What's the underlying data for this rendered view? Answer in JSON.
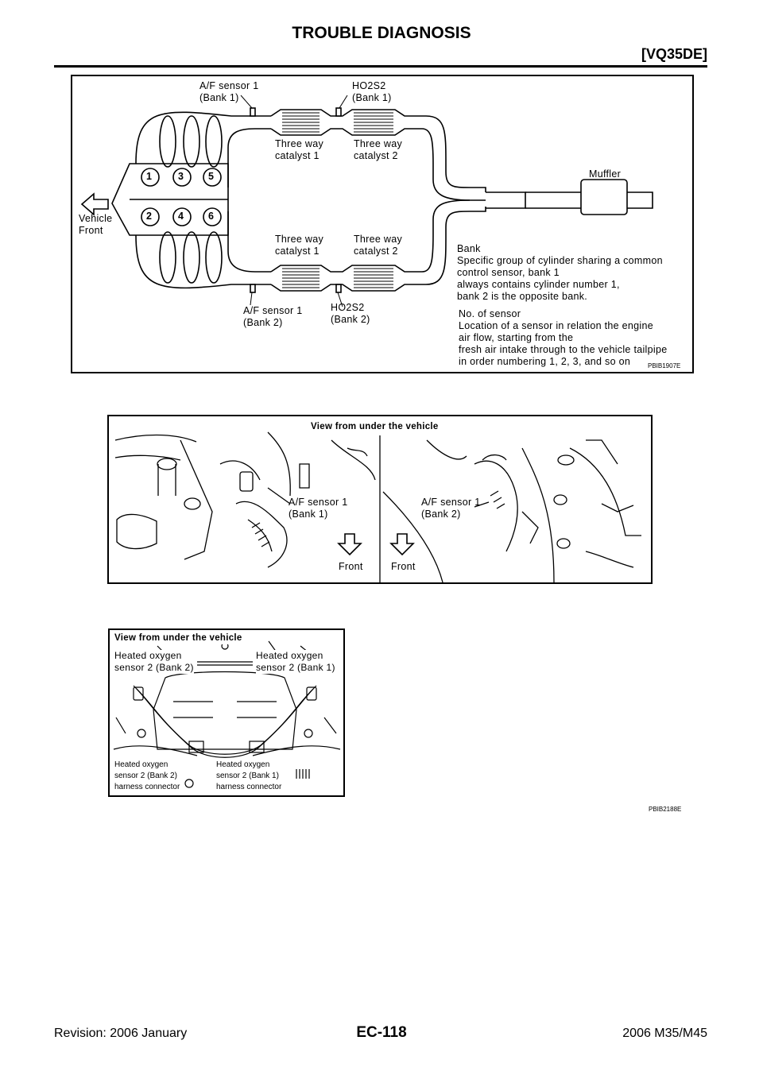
{
  "header": {
    "title": "TROUBLE DIAGNOSIS",
    "engine": "[VQ35DE]"
  },
  "figure1": {
    "labels": {
      "af_bank1": "A/F sensor 1\n(Bank 1)",
      "ho2s2_bank1": "HO2S2\n(Bank 1)",
      "twc1_top": "Three way\ncatalyst 1",
      "twc2_top": "Three way\ncatalyst 2",
      "muffler": "Muffler",
      "vehicle_front": "Vehicle\nFront",
      "twc1_bottom": "Three way\ncatalyst 1",
      "twc2_bottom": "Three way\ncatalyst 2",
      "bank_note": "Bank\nSpecific group of cylinder sharing a common\ncontrol sensor, bank 1\nalways contains cylinder number 1,\nbank 2 is the opposite bank.",
      "af_bank2": "A/F sensor 1\n(Bank 2)",
      "ho2s2_bank2": "HO2S2\n(Bank 2)",
      "sensor_note": "No. of sensor\nLocation of a sensor in relation the engine\nair flow, starting from the\nfresh air intake through to the vehicle tailpipe\nin order numbering 1, 2, 3, and so on"
    },
    "cylinders_top": [
      "1",
      "3",
      "5"
    ],
    "cylinders_bottom": [
      "2",
      "4",
      "6"
    ],
    "code": "PBIB1907E"
  },
  "figure2": {
    "title": "View from under the vehicle",
    "af_bank1": "A/F sensor 1\n(Bank 1)",
    "af_bank2": "A/F sensor 1\n(Bank 2)",
    "front_left": "Front",
    "front_right": "Front"
  },
  "figure3": {
    "title": "View from under the vehicle",
    "ho2_bank2": "Heated oxygen\nsensor 2 (Bank 2)",
    "ho2_bank1": "Heated oxygen\nsensor 2 (Bank 1)",
    "conn_bank2": "Heated oxygen\nsensor 2 (Bank 2)\nharness connector",
    "conn_bank1": "Heated oxygen\nsensor 2 (Bank 1)\nharness connector",
    "code": "PBIB2188E"
  },
  "footer": {
    "revision": "Revision: 2006 January",
    "page": "EC-118",
    "model": "2006 M35/M45"
  }
}
